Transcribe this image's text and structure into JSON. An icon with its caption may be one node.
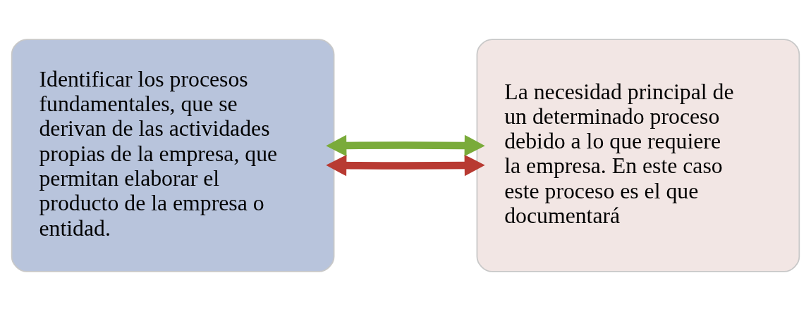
{
  "diagram": {
    "nodes": [
      {
        "text": [
          "Identificar los procesos fundamentales, que se derivan de las actividades propias de la empresa, que permitan elaborar el producto de la empresa o entidad."
        ]
      },
      {
        "text": [
          "La necesidad principal de un determinado proceso debido a lo que requiere la empresa. En este caso este proceso es el que documentará"
        ]
      }
    ],
    "edges": [
      {
        "from": 0,
        "to": 1,
        "arrow": "both",
        "color": "#b83a32"
      },
      {
        "from": 0,
        "to": 1,
        "arrow": "both",
        "color": "#7aab3a"
      }
    ]
  }
}
